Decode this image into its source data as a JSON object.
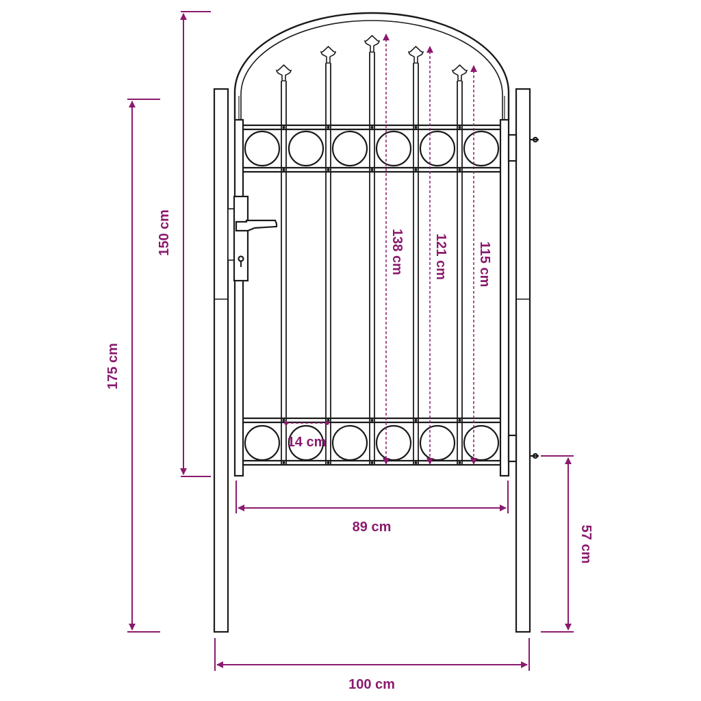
{
  "colors": {
    "dimension": "#8a1a6e",
    "outline": "#1a1a1a",
    "background": "#ffffff"
  },
  "dimensions": {
    "gate_height_total": "150 cm",
    "post_height": "175 cm",
    "spear_138": "138 cm",
    "spear_121": "121 cm",
    "spear_115": "115 cm",
    "ring_width": "14 cm",
    "gate_width": "89 cm",
    "overall_width": "100 cm",
    "hinge_height": "57 cm"
  }
}
